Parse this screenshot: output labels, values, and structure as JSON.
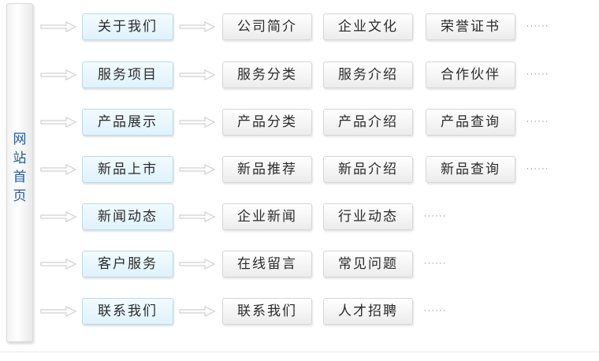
{
  "root": {
    "chars": [
      "网",
      "站",
      "首",
      "页"
    ]
  },
  "more": "······",
  "rows": [
    {
      "category": "关于我们",
      "items": [
        "公司简介",
        "企业文化",
        "荣誉证书"
      ]
    },
    {
      "category": "服务项目",
      "items": [
        "服务分类",
        "服务介绍",
        "合作伙伴"
      ]
    },
    {
      "category": "产品展示",
      "items": [
        "产品分类",
        "产品介绍",
        "产品查询"
      ]
    },
    {
      "category": "新品上市",
      "items": [
        "新品推荐",
        "新品介绍",
        "新品查询"
      ]
    },
    {
      "category": "新闻动态",
      "items": [
        "企业新闻",
        "行业动态"
      ]
    },
    {
      "category": "客户服务",
      "items": [
        "在线留言",
        "常见问题"
      ]
    },
    {
      "category": "联系我们",
      "items": [
        "联系我们",
        "人才招聘"
      ]
    }
  ],
  "colors": {
    "root_text": "#1e5d9a",
    "category_bg": "#dff2fc",
    "item_bg": "#ececec",
    "arrow": "#d0d0d0"
  }
}
